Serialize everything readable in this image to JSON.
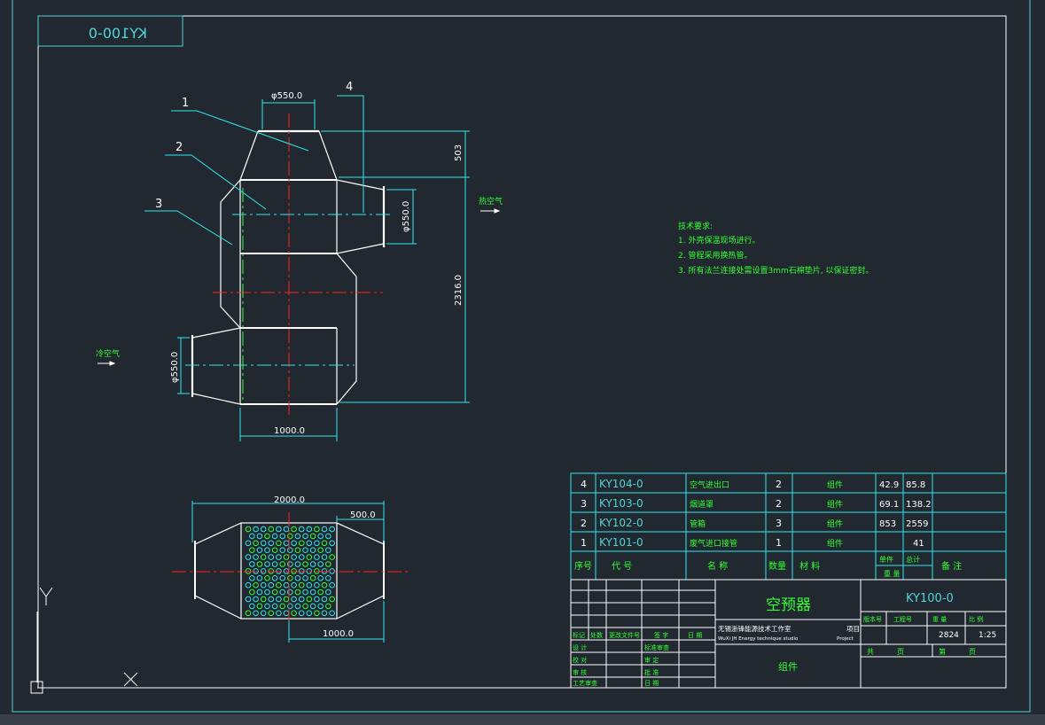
{
  "colors": {
    "background": "#212830",
    "border": "#4fd6d8",
    "white": "#ffffff",
    "green": "#33ff33",
    "red": "#ff2020",
    "cyan": "#2ee6ee",
    "circle": "#2ee6ee"
  },
  "drawing": {
    "number_mirrored": "KY100-0",
    "part_labels": [
      "1",
      "2",
      "3",
      "4"
    ],
    "dims": {
      "top_diameter": "φ550.0",
      "side_outlet_diameter": "φ550.0",
      "side_inlet_diameter": "φ550.0",
      "height_top": "503",
      "height_total": "2316.0",
      "width_body": "1000.0",
      "plan_total_width": "2000.0",
      "plan_hood_width": "500.0",
      "plan_body_width": "1000.0"
    },
    "flow_labels": {
      "hot_air": "热空气",
      "cold_air": "冷空气"
    },
    "tech_requirements": {
      "title": "技术要求:",
      "items": [
        "1. 外壳保温现场进行。",
        "2. 管程采用换热管。",
        "3. 所有法兰连接处需设置3mm石棉垫片, 以保证密封。"
      ]
    }
  },
  "bom": {
    "rows": [
      {
        "seq": "4",
        "code": "KY104-0",
        "name": "空气进出口",
        "qty": "2",
        "material": "组件",
        "unit_weight": "42.9",
        "total_weight": "85.8",
        "remark": ""
      },
      {
        "seq": "3",
        "code": "KY103-0",
        "name": "烟道罩",
        "qty": "2",
        "material": "组件",
        "unit_weight": "69.1",
        "total_weight": "138.2",
        "remark": ""
      },
      {
        "seq": "2",
        "code": "KY102-0",
        "name": "管箱",
        "qty": "3",
        "material": "组件",
        "unit_weight": "853",
        "total_weight": "2559",
        "remark": ""
      },
      {
        "seq": "1",
        "code": "KY101-0",
        "name": "废气进口接管",
        "qty": "1",
        "material": "组件",
        "unit_weight": "",
        "total_weight": "41",
        "remark": ""
      }
    ],
    "headers": {
      "seq": "序号",
      "code": "代 号",
      "name": "名 称",
      "qty": "数量",
      "material": "材 料",
      "unit": "单件",
      "total": "总计",
      "weight": "重 量",
      "remark": "备 注"
    }
  },
  "title_block": {
    "product_name": "空预器",
    "drawing_number": "KY100-0",
    "studio_cn": "无锡浙锋能源技术工作室",
    "studio_en": "WuXi JH Energy technique studio",
    "project_cn": "项目",
    "project_en": "Project",
    "assembly": "组件",
    "revision_headers": [
      "标记",
      "处数",
      "更改文件号",
      "签 字",
      "日 期"
    ],
    "sign_rows": [
      "设 计",
      "校 对",
      "审 核",
      "工艺审查"
    ],
    "sign_rows_right": [
      "标准审查",
      "审 定",
      "批 准",
      "日 期"
    ],
    "header_cells": [
      "版本号",
      "工程号",
      "重 量",
      "比 例"
    ],
    "weight": "2824",
    "scale": "1:25",
    "sheet_total": "共",
    "sheet_total_unit": "页",
    "sheet_no": "第",
    "sheet_no_unit": "页"
  },
  "ucs": {
    "y_label": "Y"
  }
}
